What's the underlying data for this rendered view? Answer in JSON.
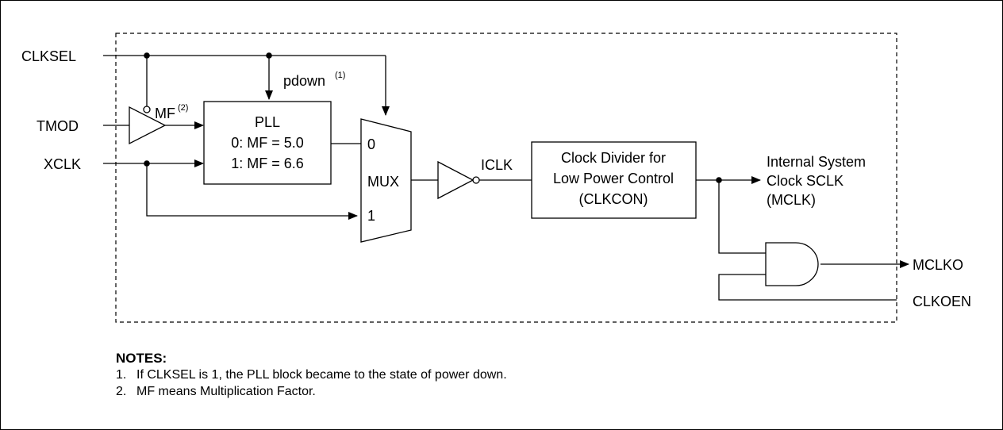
{
  "diagram": {
    "signals": {
      "clksel": "CLKSEL",
      "tmod": "TMOD",
      "xclk": "XCLK",
      "iclk": "ICLK",
      "mclko": "MCLKO",
      "clkoen": "CLKOEN"
    },
    "pdown": {
      "label": "pdown",
      "sup": "(1)"
    },
    "mf": {
      "label": "MF",
      "sup": "(2)"
    },
    "pll": {
      "title": "PLL",
      "line1": "0: MF = 5.0",
      "line2": "1: MF = 6.6"
    },
    "mux": {
      "label": "MUX",
      "input0": "0",
      "input1": "1"
    },
    "divider": {
      "line1": "Clock Divider for",
      "line2": "Low Power Control",
      "line3": "(CLKCON)"
    },
    "internal": {
      "line1": "Internal System",
      "line2": "Clock SCLK",
      "line3": "(MCLK)"
    }
  },
  "notes": {
    "title": "NOTES:",
    "items": [
      {
        "num": "1.",
        "text": "If CLKSEL is 1, the PLL block became to the state of power down."
      },
      {
        "num": "2.",
        "text": "MF means Multiplication Factor."
      }
    ]
  }
}
